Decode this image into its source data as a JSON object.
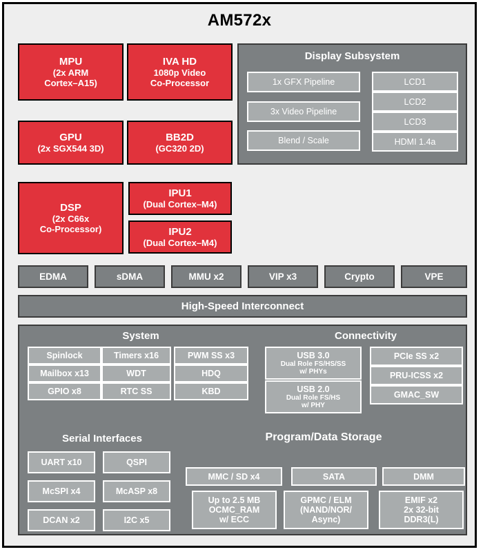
{
  "chip": {
    "title": "AM572x"
  },
  "colors": {
    "accent_red": "#e1333c",
    "panel_gray": "#7c8082",
    "cell_gray": "#a8acad",
    "background": "#eeeeee",
    "border": "#000000",
    "text_on_dark": "#ffffff"
  },
  "cores": [
    {
      "name": "MPU",
      "line2": "(2x ARM",
      "line3": "Cortex–A15)"
    },
    {
      "name": "IVA HD",
      "line2": "1080p Video",
      "line3": "Co-Processor"
    },
    {
      "name": "GPU",
      "line2": "(2x SGX544 3D)",
      "line3": ""
    },
    {
      "name": "BB2D",
      "line2": "(GC320 2D)",
      "line3": ""
    },
    {
      "name": "DSP",
      "line2": "(2x C66x",
      "line3": "Co-Processor)"
    },
    {
      "name": "IPU1",
      "line2": "(Dual Cortex–M4)",
      "line3": ""
    },
    {
      "name": "IPU2",
      "line2": "(Dual Cortex–M4)",
      "line3": ""
    }
  ],
  "display_subsystem": {
    "title": "Display Subsystem",
    "pipelines": [
      "1x GFX Pipeline",
      "3x Video Pipeline",
      "Blend / Scale"
    ],
    "outputs": [
      "LCD1",
      "LCD2",
      "LCD3",
      "HDMI 1.4a"
    ]
  },
  "dma_row": [
    "EDMA",
    "sDMA",
    "MMU x2",
    "VIP x3",
    "Crypto",
    "VPE"
  ],
  "interconnect": {
    "label": "High-Speed Interconnect"
  },
  "system": {
    "title": "System",
    "columns": [
      [
        "Spinlock",
        "Mailbox x13",
        "GPIO x8"
      ],
      [
        "Timers x16",
        "WDT",
        "RTC SS"
      ],
      [
        "PWM SS x3",
        "HDQ",
        "KBD"
      ]
    ]
  },
  "connectivity": {
    "title": "Connectivity",
    "usb": [
      {
        "name": "USB 3.0",
        "sub1": "Dual Role FS/HS/SS",
        "sub2": "w/ PHYs"
      },
      {
        "name": "USB 2.0",
        "sub1": "Dual Role FS/HS",
        "sub2": "w/ PHY"
      }
    ],
    "right": [
      "PCIe SS x2",
      "PRU-ICSS x2",
      "GMAC_SW"
    ]
  },
  "serial_interfaces": {
    "title": "Serial Interfaces",
    "items": [
      "UART x10",
      "QSPI",
      "McSPI x4",
      "McASP x8",
      "DCAN x2",
      "I2C x5"
    ]
  },
  "storage": {
    "title": "Program/Data Storage",
    "top_row": [
      "MMC / SD x4",
      "SATA",
      "DMM"
    ],
    "bottom_row": [
      {
        "l1": "Up to 2.5 MB",
        "l2": "OCMC_RAM",
        "l3": "w/ ECC"
      },
      {
        "l1": "GPMC / ELM",
        "l2": "(NAND/NOR/",
        "l3": "Async)"
      },
      {
        "l1": "EMIF x2",
        "l2": "2x 32-bit",
        "l3": "DDR3(L)"
      }
    ]
  }
}
